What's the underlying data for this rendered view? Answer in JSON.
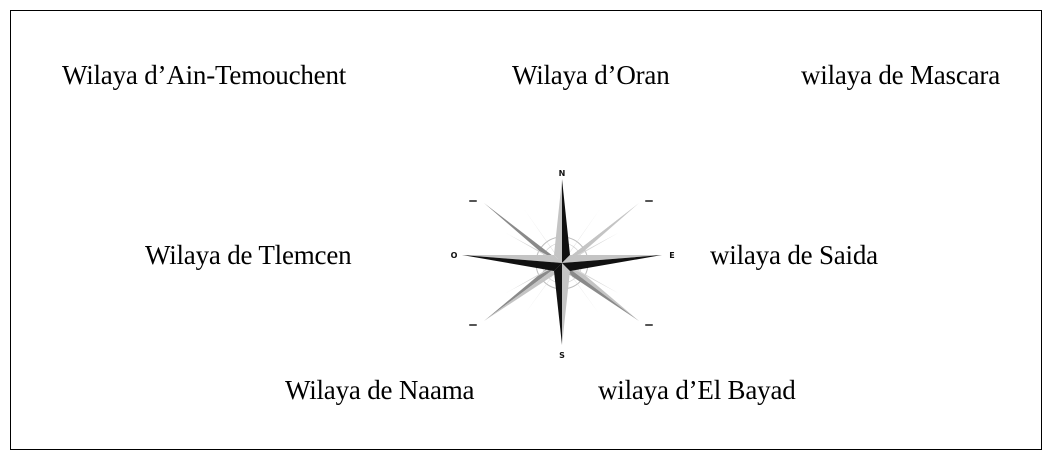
{
  "regions": {
    "north_west": "Wilaya d’Ain-Temouchent",
    "north": "Wilaya d’Oran",
    "north_east": "wilaya de Mascara",
    "west": "Wilaya de Tlemcen",
    "east": "wilaya de Saida",
    "south_west": "Wilaya de Naama",
    "south_east": "wilaya d’El Bayad"
  },
  "compass": {
    "north": "N",
    "south": "S",
    "east": "E",
    "west": "O",
    "colors": {
      "dark": "#111111",
      "mid": "#8a8a8a",
      "light": "#c4c4c4"
    }
  }
}
